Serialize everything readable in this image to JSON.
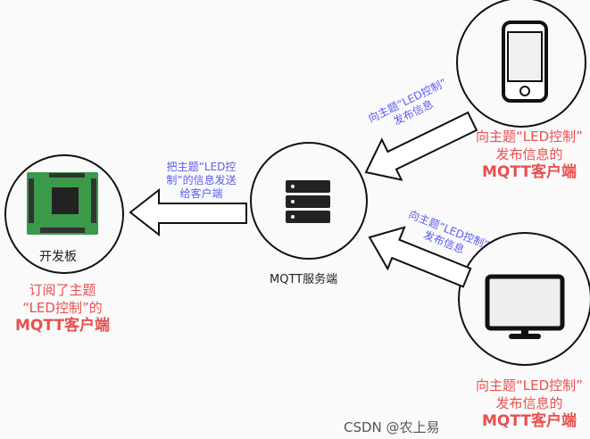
{
  "nodes": {
    "board": {
      "label": "开发板",
      "caption_line1": "订阅了主题",
      "caption_line2": "“LED控制”的",
      "caption_line3": "MQTT客户端"
    },
    "server": {
      "label": "MQTT服务端"
    },
    "phone": {
      "caption_line1": "向主题“LED控制”",
      "caption_line2": "发布信息的",
      "caption_line3": "MQTT客户端"
    },
    "monitor": {
      "caption_line1": "向主题“LED控制”",
      "caption_line2": "发布信息的",
      "caption_line3": "MQTT客户端"
    }
  },
  "arrows": {
    "server_to_board": {
      "line1": "把主题“LED控",
      "line2": "制”的信息发送",
      "line3": "给客户端"
    },
    "phone_to_server": {
      "line1": "向主题“LED控制”",
      "line2": "发布信息"
    },
    "monitor_to_server": {
      "line1": "向主题“LED控制”",
      "line2": "发布信息"
    }
  },
  "watermark": "CSDN @农上易",
  "colors": {
    "caption": "#e8504f",
    "arrow_label": "#5b5bf0",
    "outline": "#111111",
    "board": "#3a9a4a"
  }
}
